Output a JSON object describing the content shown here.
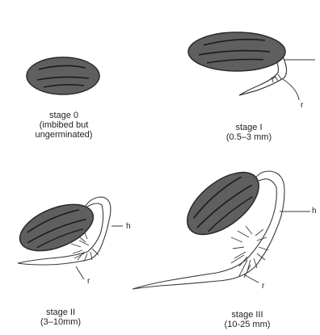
{
  "colors": {
    "seed_fill": "#5f5f5f",
    "seed_stroke": "#2a2a2a",
    "line": "#3a3a3a",
    "text": "#222222"
  },
  "stages": [
    {
      "title": "stage 0",
      "line2": "(imbibed but",
      "line3": "ungerminated)"
    },
    {
      "title": "stage I",
      "line2": "(0.5–3 mm)"
    },
    {
      "title": "stage II",
      "line2": "(3–10mm)"
    },
    {
      "title": "stage III",
      "line2": "(10-25 mm)"
    }
  ],
  "labels": {
    "radicle": "r",
    "hypocotyl": "h"
  }
}
